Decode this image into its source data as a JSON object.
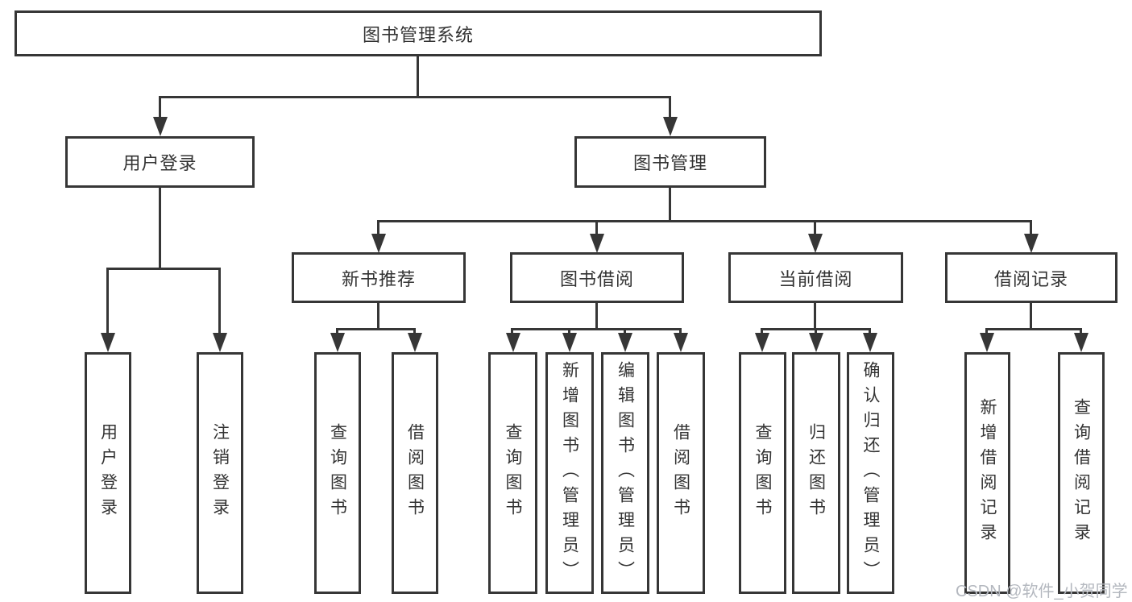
{
  "diagram": {
    "root": {
      "label": "图书管理系统"
    },
    "level2": [
      {
        "label": "用户登录"
      },
      {
        "label": "图书管理"
      }
    ],
    "level3": [
      {
        "label": "新书推荐"
      },
      {
        "label": "图书借阅"
      },
      {
        "label": "当前借阅"
      },
      {
        "label": "借阅记录"
      }
    ],
    "leaves": {
      "user_login": [
        "用户登录",
        "注销登录"
      ],
      "new_book_recommend": [
        "查询图书",
        "借阅图书"
      ],
      "book_borrow": [
        "查询图书",
        "新增图书（管理员）",
        "编辑图书（管理员）",
        "借阅图书"
      ],
      "current_borrow": [
        "查询图书",
        "归还图书",
        "确认归还（管理员）"
      ],
      "borrow_records": [
        "新增借阅记录",
        "查询借阅记录"
      ]
    }
  },
  "watermark": {
    "label": "CSDN @软件_小贺同学"
  },
  "colors": {
    "line": "#363636",
    "text": "#333333",
    "watermark": "#b4b8bf",
    "background": "#ffffff"
  }
}
